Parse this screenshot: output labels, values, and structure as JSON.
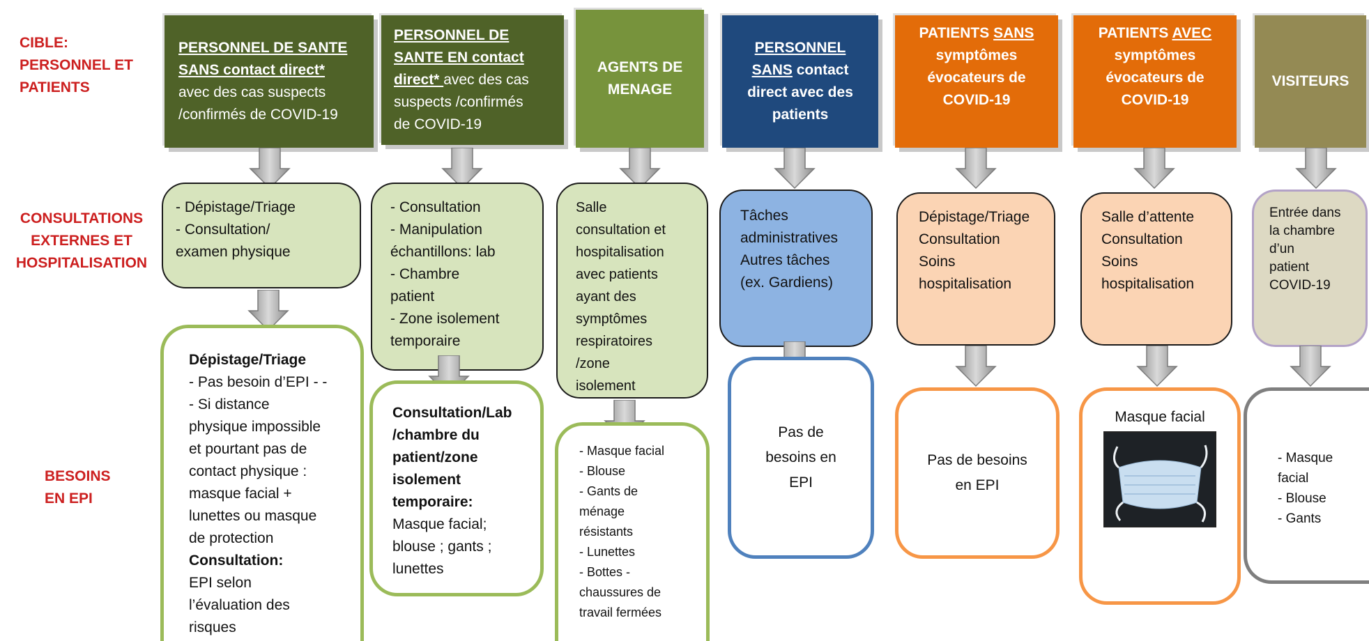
{
  "row_labels": {
    "target": "CIBLE:\nPERSONNEL ET\nPATIENTS",
    "consultations": "CONSULTATIONS\nEXTERNES ET\nHOSPITALISATION",
    "needs": "BESOINS\nEN EPI"
  },
  "colors": {
    "dark_green": "#4f6228",
    "light_green": "#77933c",
    "navy": "#1f497d",
    "orange": "#e36c09",
    "olive": "#948a54",
    "label_red": "#cc1f1f"
  },
  "columns": [
    {
      "header": {
        "line1": "PERSONNEL DE SANTE",
        "line2": "SANS contact direct*",
        "line3": "avec des cas suspects",
        "line4": "/confirmés de COVID-19"
      },
      "setting": [
        "- Dépistage/Triage",
        "- Consultation/",
        "examen physique"
      ],
      "needs": {
        "t1": "Dépistage/Triage",
        "l1": "- Pas besoin d’EPI - -",
        "l2": "- Si distance",
        "l3": "physique impossible",
        "l4": "et pourtant pas de",
        "l5": "contact physique :",
        "l6": "masque facial +",
        "l7": "lunettes ou masque",
        "l8": "de protection",
        "t2": "Consultation:",
        "l9": "EPI selon",
        "l10": "l’évaluation des",
        "l11": "risques"
      }
    },
    {
      "header": {
        "line1": "PERSONNEL DE",
        "line2": "SANTE EN contact",
        "line3": "direct* ",
        "line3b": "avec des cas",
        "line4": "suspects /confirmés",
        "line5": "de COVID-19"
      },
      "setting": [
        "- Consultation",
        "- Manipulation",
        "échantillons: lab",
        "- Chambre",
        "patient",
        "- Zone isolement",
        "temporaire"
      ],
      "needs": {
        "t1": "Consultation/Lab",
        "t2": "/chambre du",
        "t3": "patient/zone",
        "t4": "isolement",
        "t5": "temporaire:",
        "l1": "Masque facial;",
        "l2": "blouse ; gants ;",
        "l3": "lunettes"
      }
    },
    {
      "header": {
        "line1": "AGENTS DE",
        "line2": "MENAGE"
      },
      "setting": [
        "Salle",
        "consultation et",
        "hospitalisation",
        "avec patients",
        "ayant des",
        "symptômes",
        "respiratoires",
        "/zone",
        "isolement"
      ],
      "needs": [
        "- Masque facial",
        "- Blouse",
        "- Gants de",
        "ménage",
        "résistants",
        "- Lunettes",
        "- Bottes -",
        "chaussures de",
        "travail fermées"
      ]
    },
    {
      "header": {
        "line1": "PERSONNEL",
        "line2a": "SANS",
        "line2b": " contact",
        "line3": "direct avec des",
        "line4": "patients"
      },
      "setting": [
        "Tâches",
        "administratives",
        "Autres tâches",
        "(ex. Gardiens)"
      ],
      "needs": [
        "Pas de",
        "besoins en",
        "EPI"
      ]
    },
    {
      "header": {
        "line1a": "PATIENTS ",
        "line1b": "SANS",
        "line2": "symptômes",
        "line3": "évocateurs de",
        "line4": "COVID-19"
      },
      "setting": [
        "Dépistage/Triage",
        "Consultation",
        "Soins",
        "hospitalisation"
      ],
      "needs": [
        "Pas de besoins",
        "en EPI"
      ]
    },
    {
      "header": {
        "line1a": "PATIENTS ",
        "line1b": "AVEC",
        "line2": "symptômes",
        "line3": "évocateurs de",
        "line4": "COVID-19"
      },
      "setting": [
        "Salle d’attente",
        "Consultation",
        "Soins",
        "hospitalisation"
      ],
      "needs": {
        "title": "Masque facial"
      }
    },
    {
      "header": {
        "line1": "VISITEURS"
      },
      "setting": [
        "Entrée dans",
        "la chambre",
        "d’un",
        "patient",
        "COVID-19"
      ],
      "needs": [
        "- Masque",
        "facial",
        "- Blouse",
        "- Gants"
      ]
    }
  ]
}
